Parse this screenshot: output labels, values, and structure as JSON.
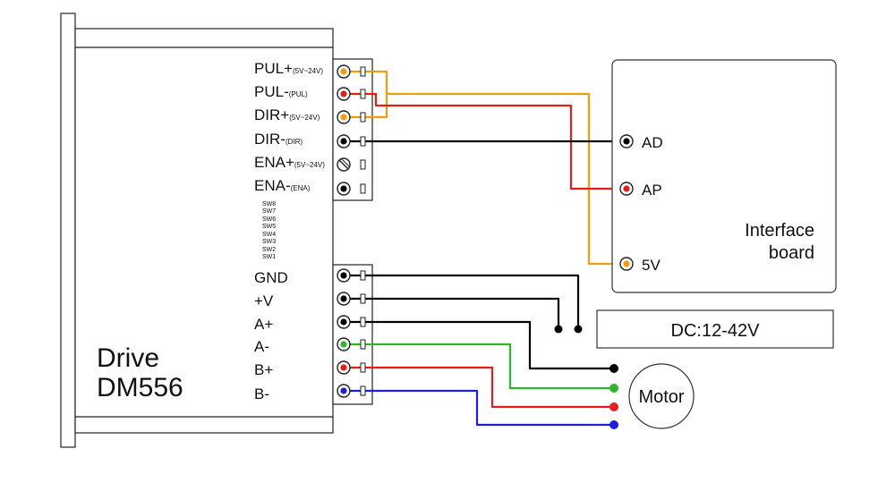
{
  "drive": {
    "name": "Drive",
    "model": "DM556",
    "signal_pins": [
      {
        "main": "PUL+",
        "sub": "(5V~24V)"
      },
      {
        "main": "PUL-",
        "sub": "(PUL)"
      },
      {
        "main": "DIR+",
        "sub": "(5V~24V)"
      },
      {
        "main": "DIR-",
        "sub": "(DIR)"
      },
      {
        "main": "ENA+",
        "sub": "(5V~24V)"
      },
      {
        "main": "ENA-",
        "sub": "(ENA)"
      }
    ],
    "switches": [
      "SW8",
      "SW7",
      "SW6",
      "SW5",
      "SW4",
      "SW3",
      "SW2",
      "SW1"
    ],
    "power_pins": [
      "GND",
      "+V",
      "A+",
      "A-",
      "B+",
      "B-"
    ]
  },
  "interface_board": {
    "title_line1": "Interface",
    "title_line2": "board",
    "pins": [
      "AD",
      "AP",
      "5V"
    ]
  },
  "power_supply": {
    "label": "DC:12-42V"
  },
  "motor": {
    "label": "Motor"
  },
  "colors": {
    "orange": "#f39c12",
    "red": "#e0201b",
    "black": "#000000",
    "green": "#2db52d",
    "blue": "#1f1fd8"
  }
}
